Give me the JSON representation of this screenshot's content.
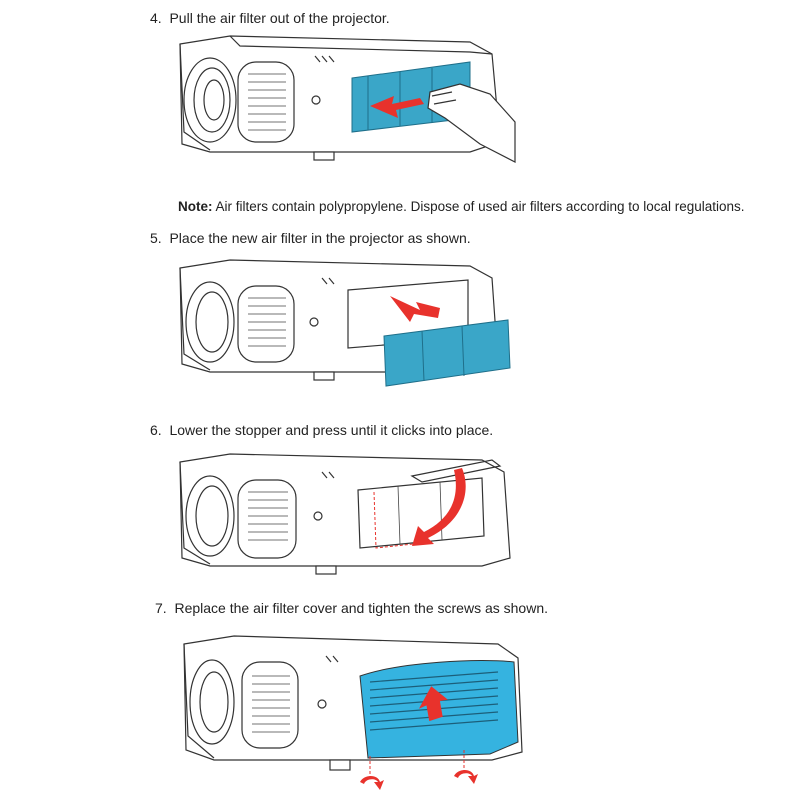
{
  "steps": [
    {
      "number": "4.",
      "text": "Pull the air filter out of the projector."
    },
    {
      "number": "5.",
      "text": "Place the new air filter in the projector as shown."
    },
    {
      "number": "6.",
      "text": "Lower the stopper and press until it clicks into place."
    },
    {
      "number": "7.",
      "text": "Replace the air filter cover and tighten the screws as shown."
    }
  ],
  "note": {
    "label": "Note:",
    "text": "Air filters contain polypropylene. Dispose of used air filters according to local regulations."
  },
  "colors": {
    "filter_blue": "#3aa6c8",
    "cover_blue": "#35b3e0",
    "arrow_red": "#e8322c",
    "line": "#333333"
  },
  "illustrations": [
    {
      "name": "pull-filter-illustration",
      "icons": [
        "projector",
        "air-filter",
        "hand",
        "red-arrow"
      ]
    },
    {
      "name": "insert-filter-illustration",
      "icons": [
        "projector",
        "air-filter",
        "red-arrow"
      ]
    },
    {
      "name": "lower-stopper-illustration",
      "icons": [
        "projector",
        "stopper",
        "red-arrow"
      ]
    },
    {
      "name": "replace-cover-illustration",
      "icons": [
        "projector",
        "filter-cover",
        "red-arrow",
        "screw-rotate-arrows"
      ]
    }
  ]
}
